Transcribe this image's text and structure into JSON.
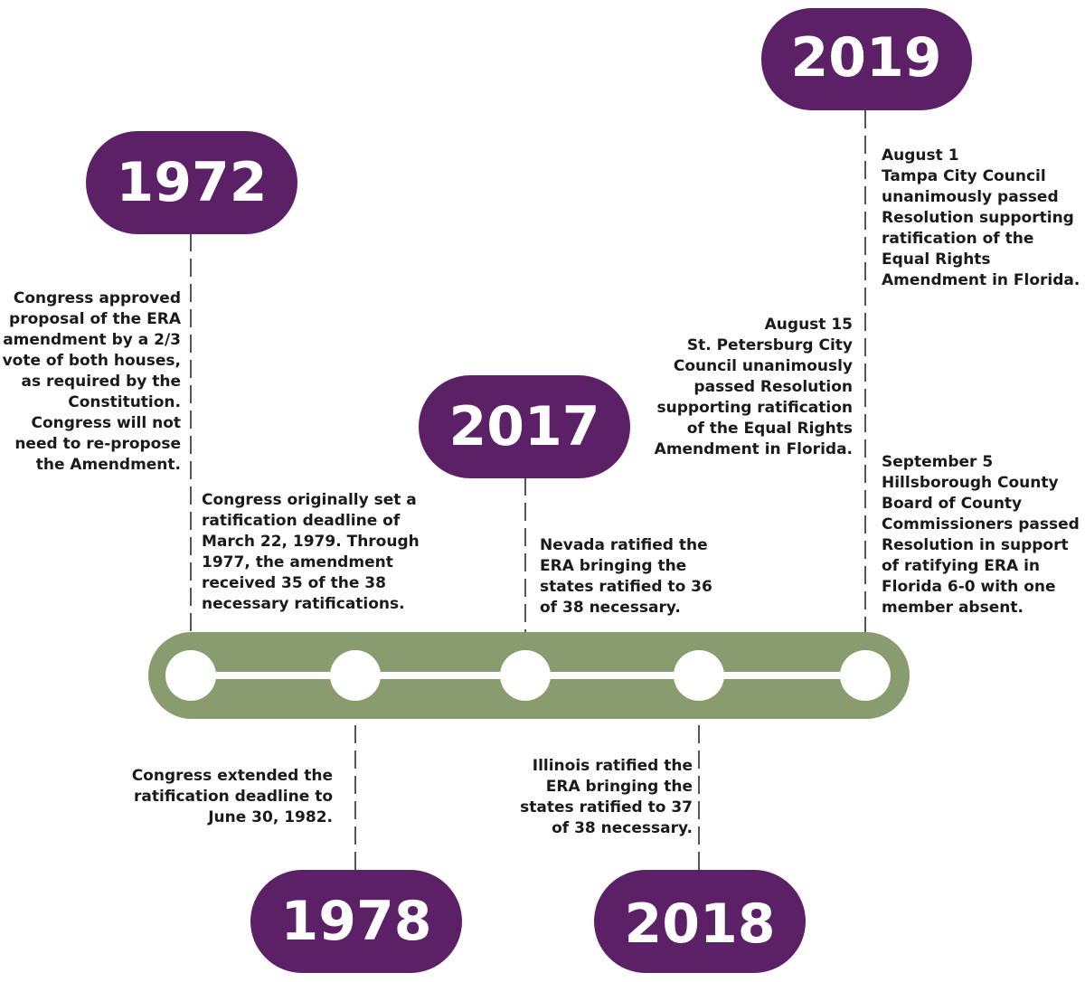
{
  "colors": {
    "badge": "#5c2066",
    "track": "#889c6f",
    "node": "#ffffff",
    "connector": "#555555",
    "text": "#1a1a1a"
  },
  "milestones": [
    {
      "year": "1972"
    },
    {
      "year": "1978"
    },
    {
      "year": "2017"
    },
    {
      "year": "2018"
    },
    {
      "year": "2019"
    }
  ],
  "events": [
    {
      "lines": [
        "Congress approved",
        "proposal of the ERA",
        "amendment by a 2/3",
        "vote of both houses,",
        "as required by the",
        "Constitution.",
        "Congress will not",
        "need to re-propose",
        "the Amendment."
      ]
    },
    {
      "lines": [
        "Congress originally set a",
        "ratification deadline of",
        "March 22, 1979.  Through",
        "1977, the amendment",
        "received 35 of the 38",
        "necessary ratifications."
      ]
    },
    {
      "lines": [
        "Congress extended the",
        "ratification deadline to",
        "June 30, 1982."
      ]
    },
    {
      "lines": [
        "Nevada ratified the",
        "ERA bringing the",
        "states ratified to 36",
        "of 38 necessary."
      ]
    },
    {
      "lines": [
        "Illinois ratified the",
        "ERA bringing the",
        "states ratified to 37",
        "of 38 necessary."
      ]
    },
    {
      "lines": [
        "August 1",
        "Tampa City Council",
        "unanimously passed",
        "Resolution supporting",
        "ratification of the",
        "Equal Rights",
        "Amendment in Florida."
      ]
    },
    {
      "lines": [
        "August 15",
        "St. Petersburg City",
        "Council unanimously",
        "passed Resolution",
        "supporting ratification",
        "of the Equal Rights",
        "Amendment in Florida."
      ]
    },
    {
      "lines": [
        "September 5",
        "Hillsborough County",
        "Board of County",
        "Commissioners passed",
        "Resolution in support",
        "of ratifying ERA in",
        "Florida 6-0 with one",
        "member absent."
      ]
    }
  ]
}
